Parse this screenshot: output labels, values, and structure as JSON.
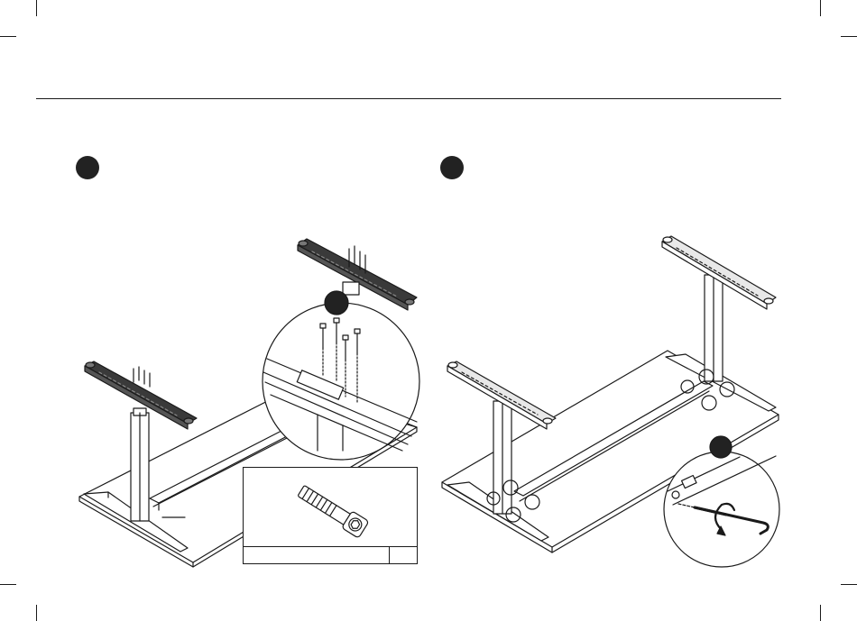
{
  "page": {
    "steps": [
      {
        "id": "step-a",
        "number": ""
      },
      {
        "id": "step-b",
        "number": ""
      }
    ],
    "callouts": [
      {
        "id": "zoom-bolts",
        "number": ""
      },
      {
        "id": "zoom-hex-key",
        "number": ""
      }
    ],
    "part_table": {
      "description": "",
      "quantity": ""
    },
    "colors": {
      "ink": "#1a1a1a",
      "bar_dark": "#3a3a3a",
      "paper": "#ffffff"
    },
    "icons": [
      "bolt-icon",
      "hex-key-icon",
      "rotate-arrow-icon"
    ]
  }
}
